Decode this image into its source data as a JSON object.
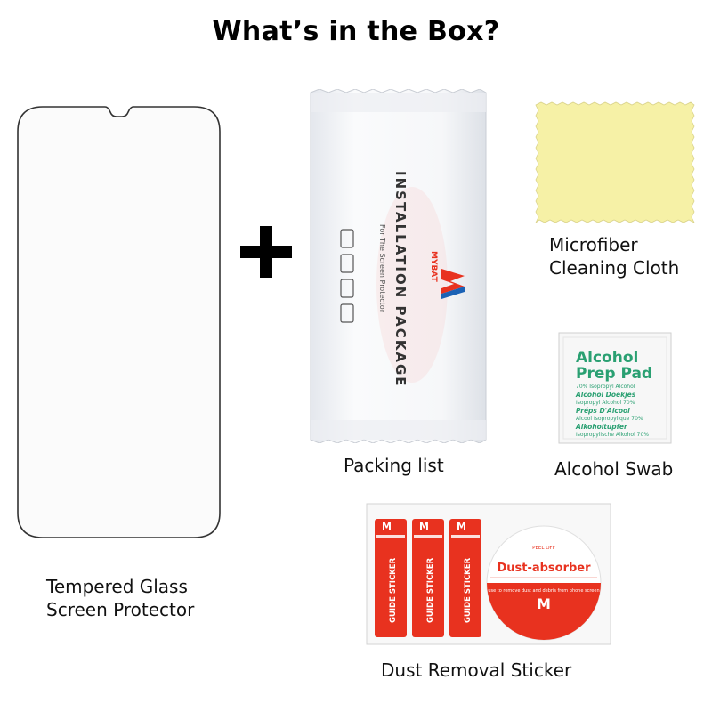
{
  "title": "What’s in the Box?",
  "items": {
    "glass": {
      "caption_line1": "Tempered Glass",
      "caption_line2": "Screen Protector"
    },
    "packing": {
      "caption": "Packing list",
      "package_title": "INSTALLATION PACKAGE",
      "package_subtitle": "For The Screen Protector",
      "brand": "MYBAT",
      "logo_letter": "M"
    },
    "cloth": {
      "caption_line1": "Microfiber",
      "caption_line2": "Cleaning Cloth"
    },
    "swab": {
      "caption": "Alcohol Swab",
      "pad_title_line1": "Alcohol",
      "pad_title_line2": "Prep Pad",
      "pad_lines": [
        "70% Isopropyl Alcohol",
        "Alcohol Doekjes",
        "Isopropyl Alcohol 70%",
        "Préps D'Alcool",
        "Alcool Isopropylique 70%",
        "Alkoholtupfer",
        "Isopropylische Alkohol 70%"
      ]
    },
    "sticker": {
      "caption": "Dust Removal Sticker",
      "guide_label": "GUIDE STICKER",
      "peel_off": "PEEL OFF",
      "dust_absorber": "Dust-absorber",
      "arc_text": "use to remove dust and debris from phone screen",
      "logo_letter": "M"
    }
  },
  "colors": {
    "brand_red": "#e8321f",
    "swab_green": "#2aa072",
    "cloth_yellow": "#f6f1a6"
  }
}
